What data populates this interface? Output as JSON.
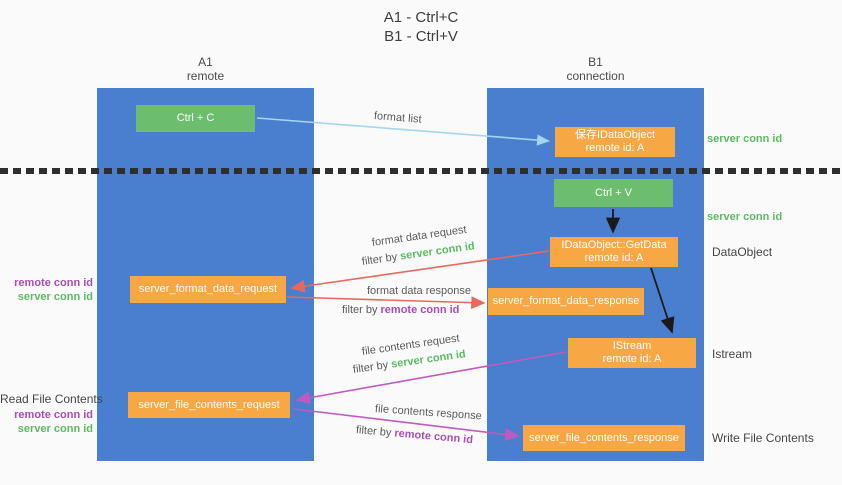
{
  "title": {
    "line1": "A1 - Ctrl+C",
    "line2": "B1 - Ctrl+V"
  },
  "lifelines": {
    "a1": {
      "id": "A1",
      "role": "remote"
    },
    "b1": {
      "id": "B1",
      "role": "connection"
    }
  },
  "nodes": {
    "ctrl_c": {
      "label": "Ctrl + C"
    },
    "ctrl_v": {
      "label": "Ctrl + V"
    },
    "save_dataobject": {
      "line1": "保存IDataObject",
      "line2": "remote id: A"
    },
    "getdata": {
      "line1": "IDataObject::GetData",
      "line2": "remote id: A"
    },
    "istream": {
      "line1": "IStream",
      "line2": "remote id: A"
    },
    "format_request": {
      "label": "server_format_data_request"
    },
    "format_response": {
      "label": "server_format_data_response"
    },
    "file_request": {
      "label": "server_file_contents_request"
    },
    "file_response": {
      "label": "server_file_contents_response"
    }
  },
  "arrows": {
    "format_list": {
      "label": "format list"
    },
    "format_data_request": {
      "label": "format data request",
      "filter_prefix": "filter by",
      "filter_key": "server conn id"
    },
    "format_data_response": {
      "label": "format data response",
      "filter_prefix": "filter by",
      "filter_key": "remote conn id"
    },
    "file_contents_request": {
      "label": "file contents request",
      "filter_prefix": "filter by",
      "filter_key": "server conn id"
    },
    "file_contents_response": {
      "label": "file contents response",
      "filter_prefix": "filter by",
      "filter_key": "remote conn id"
    }
  },
  "side_labels": {
    "right": {
      "server_conn_id_1": "server conn id",
      "server_conn_id_2": "server conn id",
      "dataobject": "DataObject",
      "istream": "Istream",
      "write_file_contents": "Write File Contents"
    },
    "left": {
      "remote_conn_id_1": "remote conn id",
      "server_conn_id_1": "server conn id",
      "read_file_contents": "Read File Contents",
      "remote_conn_id_2": "remote conn id",
      "server_conn_id_2": "server conn id"
    }
  },
  "colors": {
    "lifeline_blue": "#4a7fd0",
    "action_green": "#6cbe6e",
    "message_orange": "#f8a745",
    "arrow_lightblue": "#a5d6f0",
    "arrow_red": "#e8695c",
    "arrow_magenta": "#c05ac0",
    "arrow_black": "#1a1a1a",
    "text_green": "#5cbb62",
    "text_purple": "#a74fb5"
  }
}
